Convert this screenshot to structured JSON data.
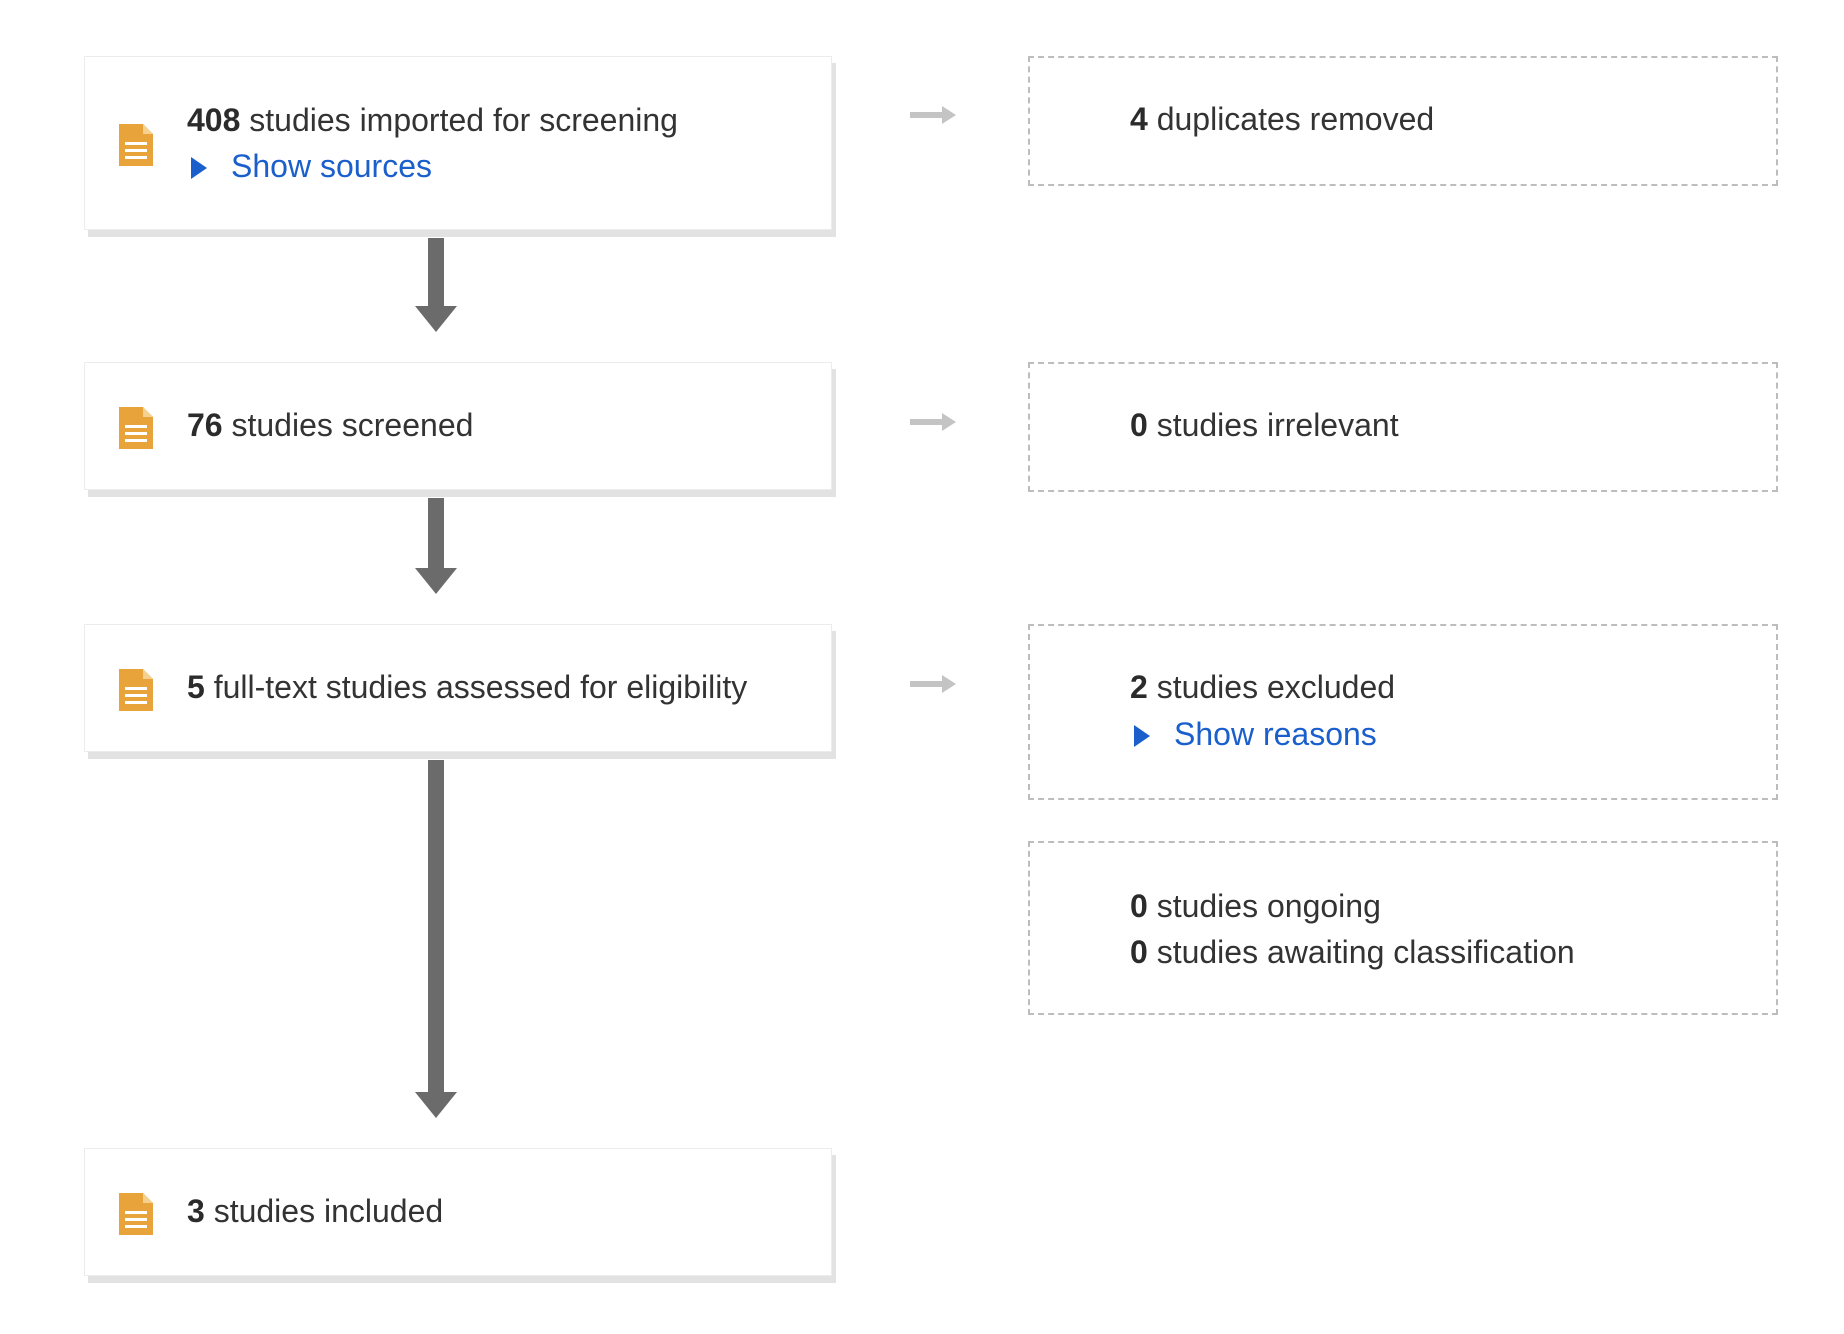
{
  "flow": [
    {
      "number": "408",
      "text": " studies imported for screening",
      "toggle": "Show sources"
    },
    {
      "number": "76",
      "text": " studies screened"
    },
    {
      "number": "5",
      "text": " full-text studies assessed for eligibility"
    },
    {
      "number": "3",
      "text": " studies included"
    }
  ],
  "side": [
    {
      "number": "4",
      "text": " duplicates removed"
    },
    {
      "number": "0",
      "text": " studies irrelevant"
    },
    {
      "number": "2",
      "text": " studies excluded",
      "toggle": "Show reasons"
    },
    {
      "number": "0",
      "text": " studies ongoing",
      "number2": "0",
      "text2": " studies awaiting classification"
    }
  ],
  "icons": {
    "document": "document-icon",
    "arrow": "arrow-right-icon",
    "toggle": "caret-right-icon"
  },
  "colors": {
    "icon": "#e8a33b",
    "link": "#1a5fcc",
    "connector": "#6b6b6b"
  }
}
